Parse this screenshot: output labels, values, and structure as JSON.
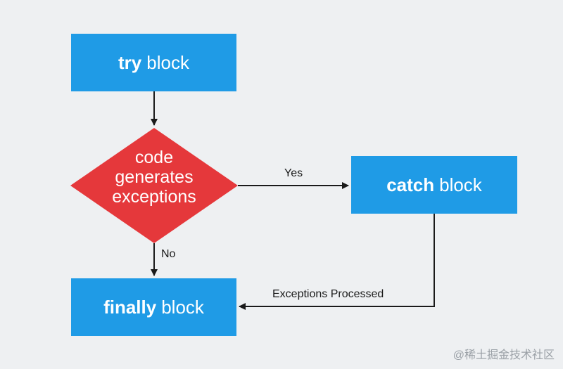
{
  "diagram": {
    "try_box": {
      "keyword": "try",
      "rest": "block"
    },
    "decision": {
      "lines": [
        "code",
        "generates",
        "exceptions"
      ]
    },
    "catch_box": {
      "keyword": "catch",
      "rest": "block"
    },
    "finally_box": {
      "keyword": "finally",
      "rest": "block"
    },
    "edges": {
      "yes_label": "Yes",
      "no_label": "No",
      "processed_label": "Exceptions Processed"
    }
  },
  "watermark": "@稀土掘金技术社区",
  "colors": {
    "box_fill": "#1f9be6",
    "decision_fill": "#e5383b",
    "box_text": "#ffffff",
    "arrow": "#1a1a1a",
    "background": "#eef0f2"
  }
}
